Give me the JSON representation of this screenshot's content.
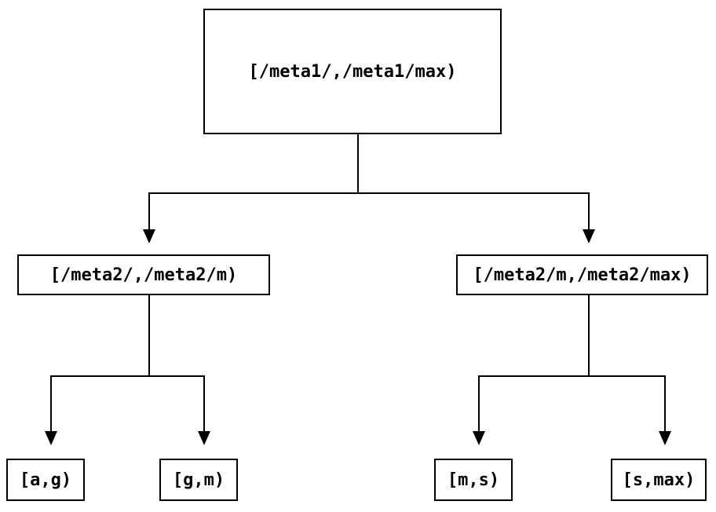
{
  "diagram": {
    "title": "range-partition-tree",
    "colors": {
      "background": "#ffffff",
      "line": "#000000",
      "text": "#000000",
      "node_fill": "#ffffff"
    },
    "nodes": {
      "root": {
        "label": "[/meta1/,/meta1/max)"
      },
      "meta2_low": {
        "label": "[/meta2/,/meta2/m)"
      },
      "meta2_high": {
        "label": "[/meta2/m,/meta2/max)"
      },
      "leaf_a_g": {
        "label": "[a,g)"
      },
      "leaf_g_m": {
        "label": "[g,m)"
      },
      "leaf_m_s": {
        "label": "[m,s)"
      },
      "leaf_s_max": {
        "label": "[s,max)"
      }
    },
    "edges": [
      {
        "from": "root",
        "to": "meta2_low"
      },
      {
        "from": "root",
        "to": "meta2_high"
      },
      {
        "from": "meta2_low",
        "to": "leaf_a_g"
      },
      {
        "from": "meta2_low",
        "to": "leaf_g_m"
      },
      {
        "from": "meta2_high",
        "to": "leaf_m_s"
      },
      {
        "from": "meta2_high",
        "to": "leaf_s_max"
      }
    ]
  }
}
